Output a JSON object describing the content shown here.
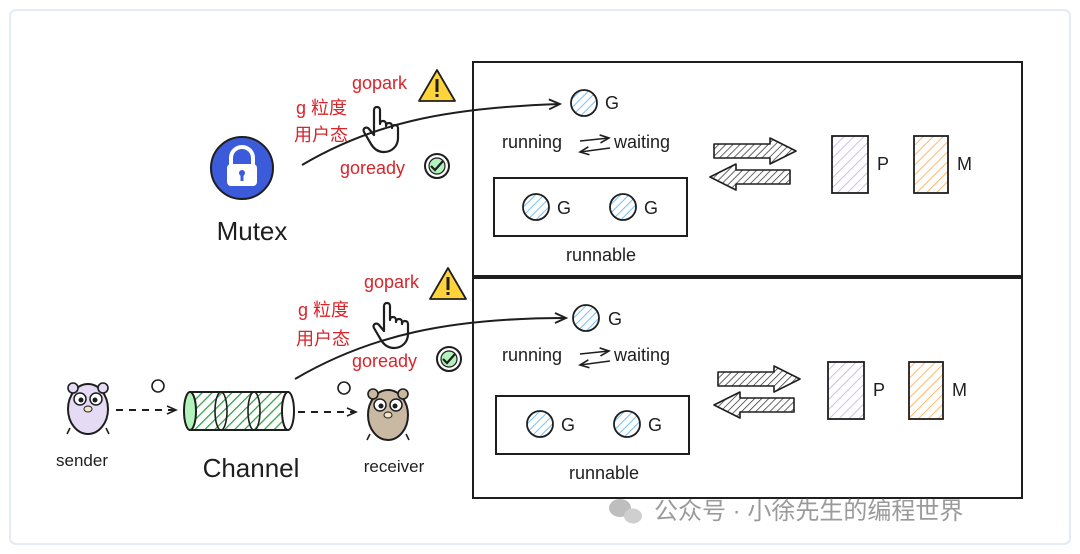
{
  "top": {
    "gopark": "gopark",
    "goready": "goready",
    "granularity_line1": "g 粒度",
    "granularity_line2": "用户态",
    "source_label": "Mutex",
    "g_label": "G",
    "running": "running",
    "waiting": "waiting",
    "runnable": "runnable",
    "p_label": "P",
    "m_label": "M"
  },
  "bottom": {
    "gopark": "gopark",
    "goready": "goready",
    "granularity_line1": "g 粒度",
    "granularity_line2": "用户态",
    "source_label": "Channel",
    "sender": "sender",
    "receiver": "receiver",
    "g_label": "G",
    "running": "running",
    "waiting": "waiting",
    "runnable": "runnable",
    "p_label": "P",
    "m_label": "M"
  },
  "watermark": "公众号 · 小徐先生的编程世界",
  "colors": {
    "red_text": "#d8242b",
    "mutex_blue": "#3b5bdb",
    "goroutine_blue": "#a5d8ff",
    "p_purple": "#d0bfff",
    "m_orange": "#ffc078",
    "channel_green": "#2f9e44",
    "warning_yellow": "#ffd43b"
  }
}
